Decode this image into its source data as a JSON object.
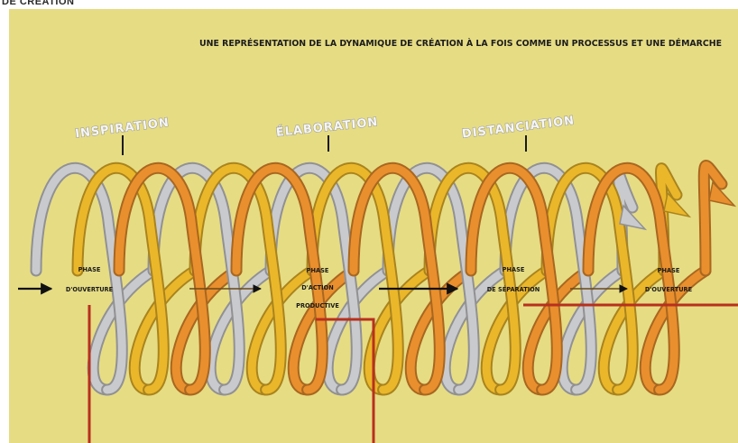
{
  "header_fragment": "DE CRÉATION",
  "diagram": {
    "title": "UNE REPRÉSENTATION DE LA DYNAMIQUE DE CRÉATION À LA FOIS COMME UN PROCESSUS ET UNE DÉMARCHE",
    "stages": [
      "INSPIRATION",
      "ÉLABORATION",
      "DISTANCIATION"
    ],
    "phases": [
      {
        "lines": [
          "PHASE",
          "D'OUVERTURE"
        ]
      },
      {
        "lines": [
          "PHASE",
          "D'ACTION",
          "PRODUCTIVE"
        ]
      },
      {
        "lines": [
          "PHASE",
          "DE SÉPARATION"
        ]
      },
      {
        "lines": [
          "PHASE",
          "D'OUVERTURE"
        ]
      }
    ],
    "colors": {
      "background": "#e6dc84",
      "spiral_grey": "#c9cacd",
      "spiral_yellow": "#ebb72a",
      "spiral_orange": "#e98f2d",
      "callout_red": "#b8301e"
    }
  }
}
